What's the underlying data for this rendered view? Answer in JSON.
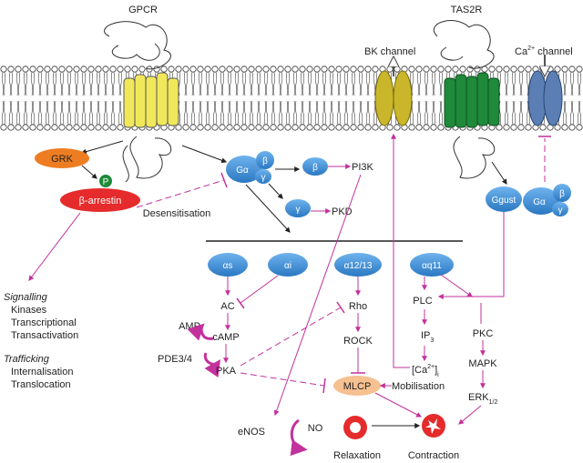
{
  "receptors": {
    "gpcr": "GPCR",
    "tas2r": "TAS2R"
  },
  "channels": {
    "bk": "BK channel",
    "ca_prefix": "Ca",
    "ca_sup": "2+",
    "ca_suffix": " channel"
  },
  "desensitisation": {
    "grk": "GRK",
    "p": "P",
    "arrestin": "β-arrestin",
    "label": "Desensitisation"
  },
  "gprotein": {
    "galpha": "Gα",
    "beta": "β",
    "gamma": "γ"
  },
  "gustducin": {
    "ggust": "Ggust",
    "galpha": "Gα",
    "beta": "β",
    "gamma": "γ"
  },
  "effectors": {
    "beta": "β",
    "gamma": "γ",
    "pi3k": "PI3K",
    "pkd": "PKD"
  },
  "subunits": {
    "as": "αs",
    "ai": "αi",
    "a1213": "α12/13",
    "aq11": "αq11"
  },
  "cascade": {
    "ac": "AC",
    "amp": "AMP",
    "camp": "cAMP",
    "pde": "PDE3/4",
    "pka": "PKA",
    "rho": "Rho",
    "rock": "ROCK",
    "mlcp": "MLCP",
    "plc": "PLC",
    "ip": "IP",
    "ip_sub": "3",
    "ca_open": "[Ca",
    "ca_sup": "2+",
    "ca_close": "]",
    "ca_sub": "i",
    "mobilisation": "Mobilisation",
    "pkc": "PKC",
    "mapk": "MAPK",
    "erk": "ERK",
    "erk_sub": "1/2",
    "enos": "eNOS",
    "no": "NO",
    "relaxation": "Relaxation",
    "contraction": "Contraction"
  },
  "side": {
    "signalling_title": "Signalling",
    "signalling_items": [
      "Kinases",
      "Transcriptional",
      "Transactivation"
    ],
    "trafficking_title": "Trafficking",
    "trafficking_items": [
      "Internalisation",
      "Translocation"
    ]
  },
  "colors": {
    "gpcr": "#f0e85a",
    "tas2r": "#1f8a3a",
    "bk": "#c9b62a",
    "ca_channel": "#5b7fb5",
    "grk": "#ee7d22",
    "arrestin": "#e52b2b",
    "phospho": "#1f8a3a",
    "gprotein": "#3b8fd6",
    "mlcp": "#f6c090",
    "magenta": "#c3319c"
  }
}
